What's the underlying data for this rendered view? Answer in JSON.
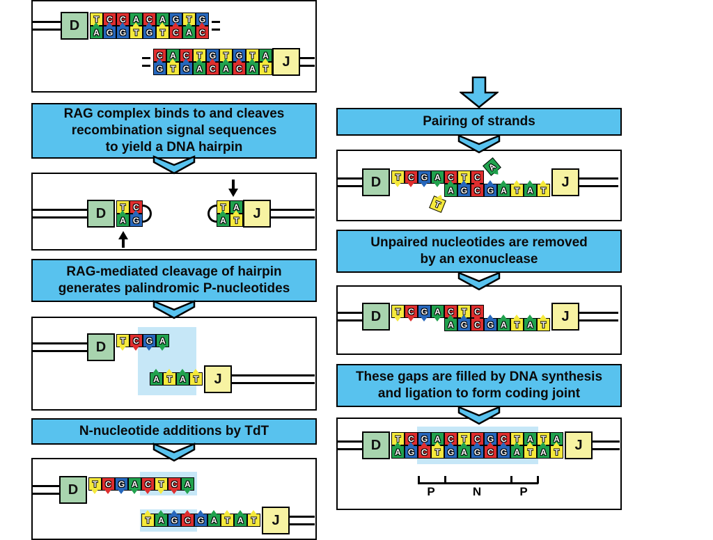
{
  "ui": {
    "banner_blue": "#58C2EE",
    "hl_blue": "#C6E7F7",
    "d_green": "#A8D4AE",
    "j_yellow": "#F7F3A2"
  },
  "colors": {
    "A": "#21A24E",
    "C": "#DF2E2E",
    "G": "#2667BC",
    "T": "#F5E93C"
  },
  "labels": {
    "d": "D",
    "j": "J",
    "p": "P",
    "n": "N"
  },
  "banners": {
    "l1": "RAG complex binds to and cleaves\nrecombination signal sequences\nto yield a DNA hairpin",
    "l2": "RAG-mediated cleavage of hairpin\ngenerates palindromic P-nucleotides",
    "l3": "N-nucleotide additions by TdT",
    "r1": "Pairing of strands",
    "r2": "Unpaired nucleotides are removed\nby an exonuclease",
    "r3": "These gaps are filled by DNA synthesis\nand ligation to form coding joint"
  },
  "seqs": {
    "l1_mol1_top": "TCCACAGTG",
    "l1_mol1_bot": "AGGTGTCAC",
    "l1_mol2_top": "CACTGTGTA",
    "l1_mol2_bot": "GTGACACAT",
    "l2_d_top": "TC",
    "l2_d_bot": "AG",
    "l2_j_top": "TA",
    "l2_j_bot": "AT",
    "l3_d_top": "TCGA",
    "l3_j_bot": "ATAT",
    "l4_top": "TCGACTCA",
    "l4_bot": "TAGCGATAT",
    "r1_top": "TCGACTC",
    "r1_flipped_a": "A",
    "r1_flipped_t": "T",
    "r1_bot": "AGCGATAT",
    "r2_top": "TCGACTC",
    "r2_bot": "AGCGATAT",
    "r3_top": "TCGACTCGCTATA",
    "r3_bot": "AGCTGAGCGATAT"
  }
}
